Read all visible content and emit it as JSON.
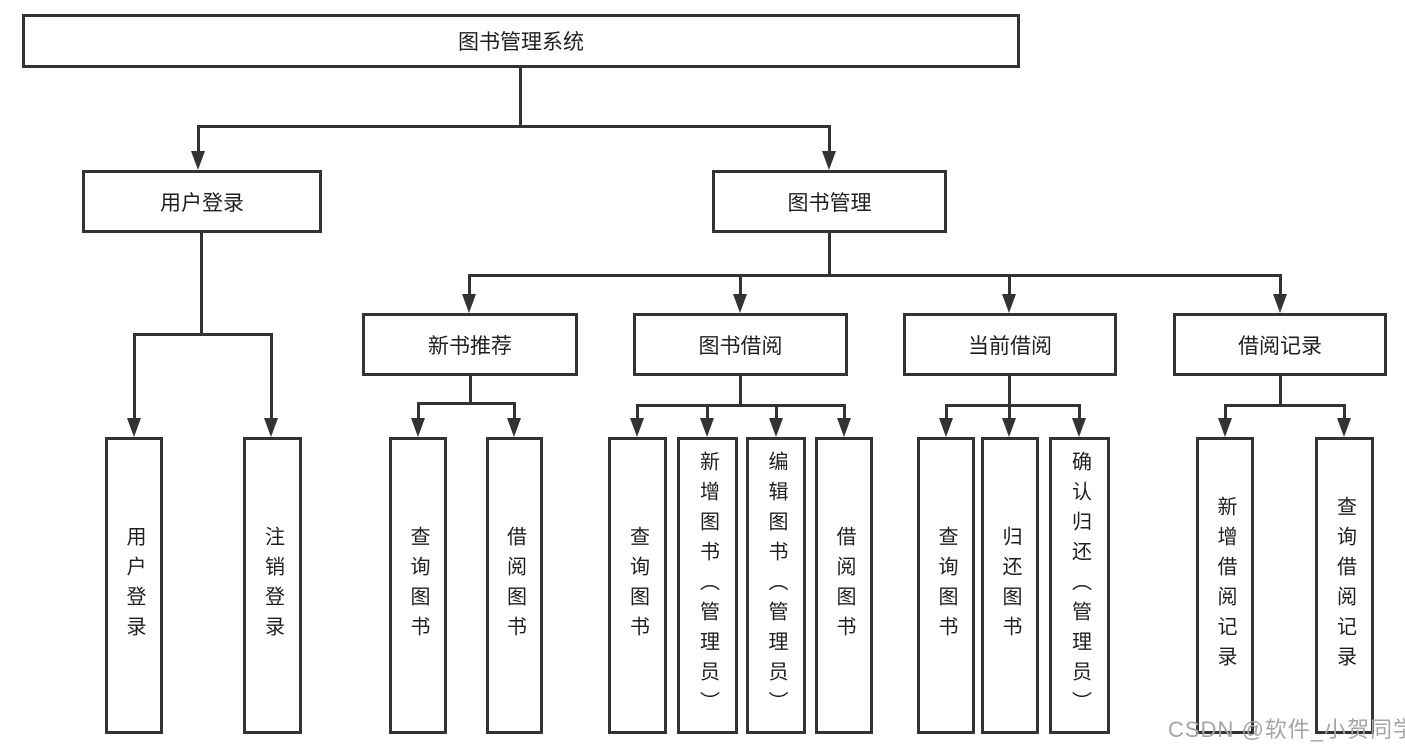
{
  "root": {
    "label": "图书管理系统"
  },
  "l2": [
    {
      "label": "用户登录"
    },
    {
      "label": "图书管理"
    }
  ],
  "l3": [
    {
      "label": "新书推荐"
    },
    {
      "label": "图书借阅"
    },
    {
      "label": "当前借阅"
    },
    {
      "label": "借阅记录"
    }
  ],
  "l4": [
    {
      "label": "用户登录"
    },
    {
      "label": "注销登录"
    },
    {
      "label": "查询图书"
    },
    {
      "label": "借阅图书"
    },
    {
      "label": "查询图书"
    },
    {
      "label": "新增图书（管理员）"
    },
    {
      "label": "编辑图书（管理员）"
    },
    {
      "label": "借阅图书"
    },
    {
      "label": "查询图书"
    },
    {
      "label": "归还图书"
    },
    {
      "label": "确认归还（管理员）"
    },
    {
      "label": "新增借阅记录"
    },
    {
      "label": "查询借阅记录"
    }
  ],
  "watermark": "CSDN @软件_小贺同学",
  "colors": {
    "line": "#333333",
    "text": "#1f1f1f",
    "watermark": "#a5a5a5",
    "background": "#ffffff"
  }
}
